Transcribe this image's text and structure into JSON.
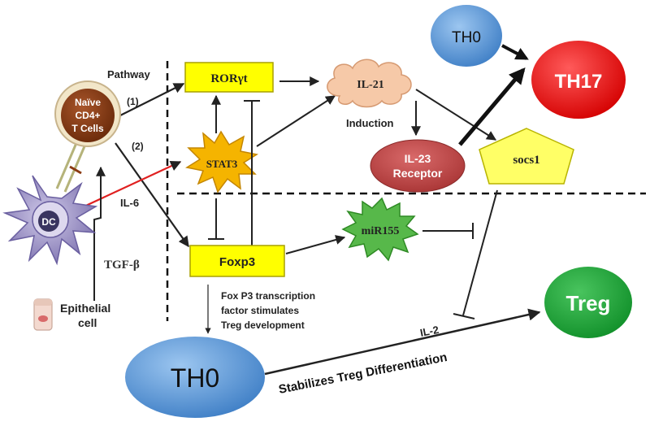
{
  "labels": {
    "pathway": "Pathway",
    "path1": "(1)",
    "path2": "(2)",
    "il6": "IL-6",
    "tgfb": "TGF-β",
    "epithelial_line1": "Epithelial",
    "epithelial_line2": "cell",
    "induction": "Induction",
    "il2": "IL-2",
    "stabilizes": "Stabilizes Treg Differentiation",
    "foxp3_note_line1": "Fox P3 transcription",
    "foxp3_note_line2": "factor stimulates",
    "foxp3_note_line3": "Treg development"
  },
  "nodes": {
    "naive_line1": "Naïve",
    "naive_line2": "CD4+",
    "naive_line3": "T Cells",
    "dc": "DC",
    "ror": "RORγt",
    "stat3": "STAT3",
    "foxp3": "Foxp3",
    "il21": "IL-21",
    "il23_line1": "IL-23",
    "il23_line2": "Receptor",
    "socs1": "socs1",
    "mir155": "miR155",
    "th0_top": "TH0",
    "th17": "TH17",
    "treg": "Treg",
    "th0_bottom": "TH0"
  },
  "colors": {
    "yellow_box": "#ffff00",
    "naive_brown": "#8b3a12",
    "dc_purple": "#9a8fc0",
    "stat3_orange": "#f5b400",
    "il21_cloud": "#f6c9a8",
    "il23_red": "#c24a4a",
    "socs1_yellow": "#ffff66",
    "mir155_green": "#57b84a",
    "th0_blue": "#5b9bd5",
    "th17_red": "#ee1c1c",
    "treg_green": "#1faa3a",
    "il6_line": "#e02020"
  }
}
